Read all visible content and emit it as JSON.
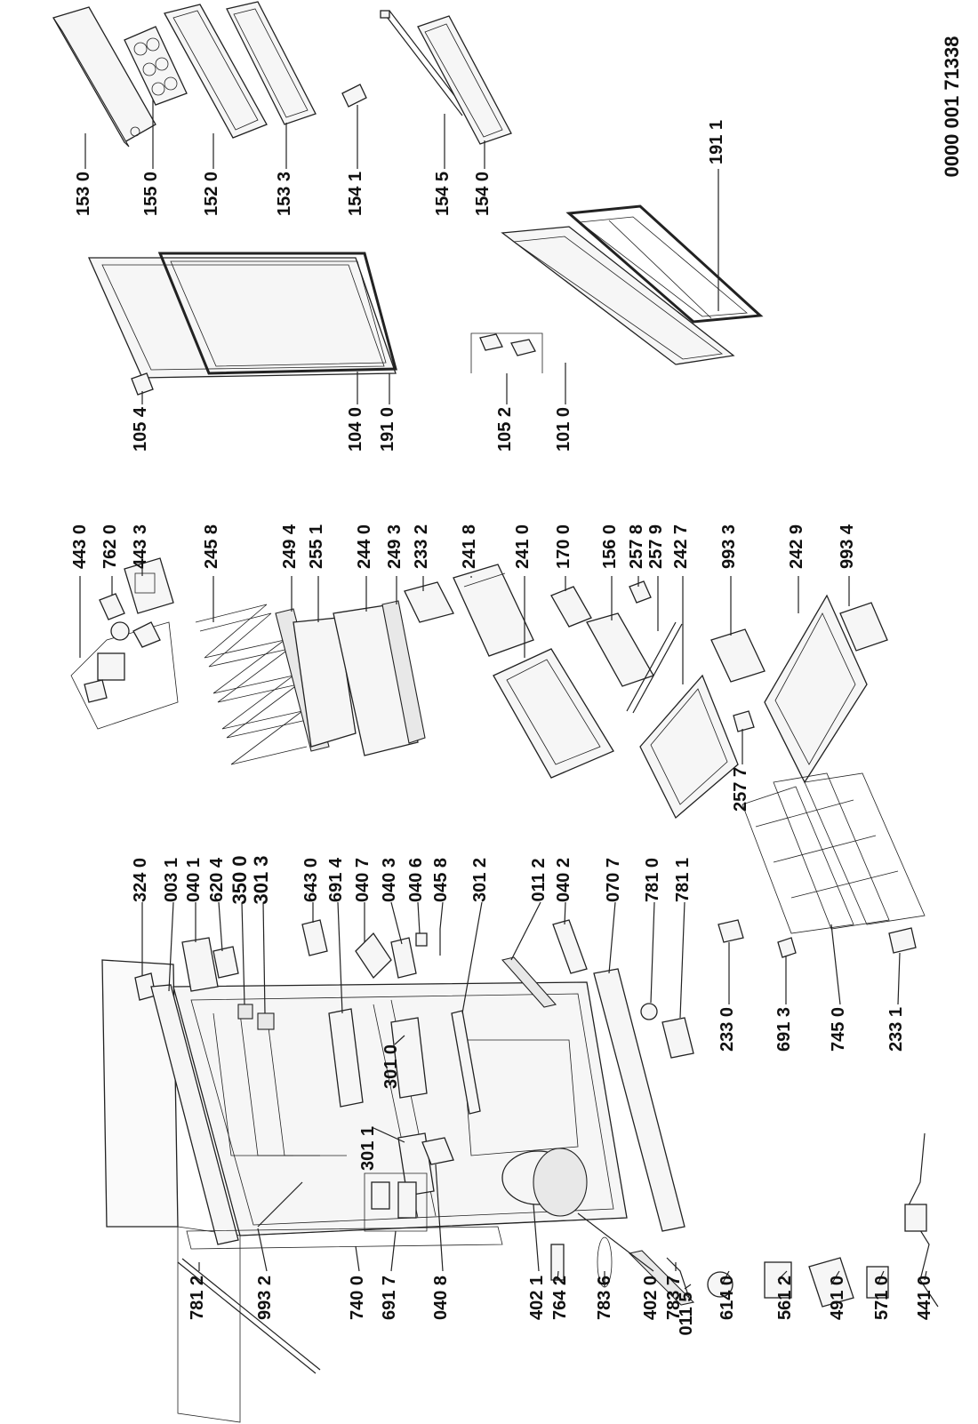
{
  "catalog_number": "0000 001 71338",
  "labels": {
    "p153_0": "153 0",
    "p155_0": "155 0",
    "p152_0": "152 0",
    "p153_3": "153 3",
    "p154_1": "154 1",
    "p154_5": "154 5",
    "p154_0": "154 0",
    "p191_1": "191 1",
    "p105_4": "105 4",
    "p104_0": "104 0",
    "p191_0": "191 0",
    "p105_2": "105 2",
    "p101_0": "101 0",
    "p443_0": "443 0",
    "p762_0": "762 0",
    "p443_3": "443 3",
    "p245_8": "245 8",
    "p249_4": "249 4",
    "p255_1": "255 1",
    "p244_0": "244 0",
    "p249_3": "249 3",
    "p233_2": "233 2",
    "p241_8": "241 8",
    "p241_0": "241 0",
    "p170_0": "170 0",
    "p156_0": "156 0",
    "p257_8": "257 8",
    "p257_9": "257 9",
    "p242_7": "242 7",
    "p993_3": "993 3",
    "p242_9": "242 9",
    "p993_4": "993 4",
    "p257_7": "257 7",
    "p324_0": "324 0",
    "p003_1": "003 1",
    "p040_1": "040 1",
    "p620_4": "620 4",
    "p350_0": "350 0",
    "p301_3": "301 3",
    "p643_0": "643 0",
    "p691_4": "691 4",
    "p040_7": "040 7",
    "p040_3": "040 3",
    "p040_6": "040 6",
    "p045_8": "045 8",
    "p301_2": "301 2",
    "p301_0": "301 0",
    "p301_1": "301 1",
    "p011_2": "011 2",
    "p040_2": "040 2",
    "p070_7": "070 7",
    "p781_0": "781 0",
    "p781_1": "781 1",
    "p011_5": "011 5",
    "p233_0": "233 0",
    "p691_3": "691 3",
    "p745_0": "745 0",
    "p233_1": "233 1",
    "p781_2": "781 2",
    "p993_2": "993 2",
    "p740_0": "740 0",
    "p691_7": "691 7",
    "p040_8": "040 8",
    "p402_1": "402 1",
    "p764_2": "764 2",
    "p783_6": "783 6",
    "p402_0": "402 0",
    "p783_7": "783 7",
    "p614_0": "614 0",
    "p561_2": "561 2",
    "p491_0": "491 0",
    "p571_0": "571 0",
    "p441_0": "441 0"
  }
}
